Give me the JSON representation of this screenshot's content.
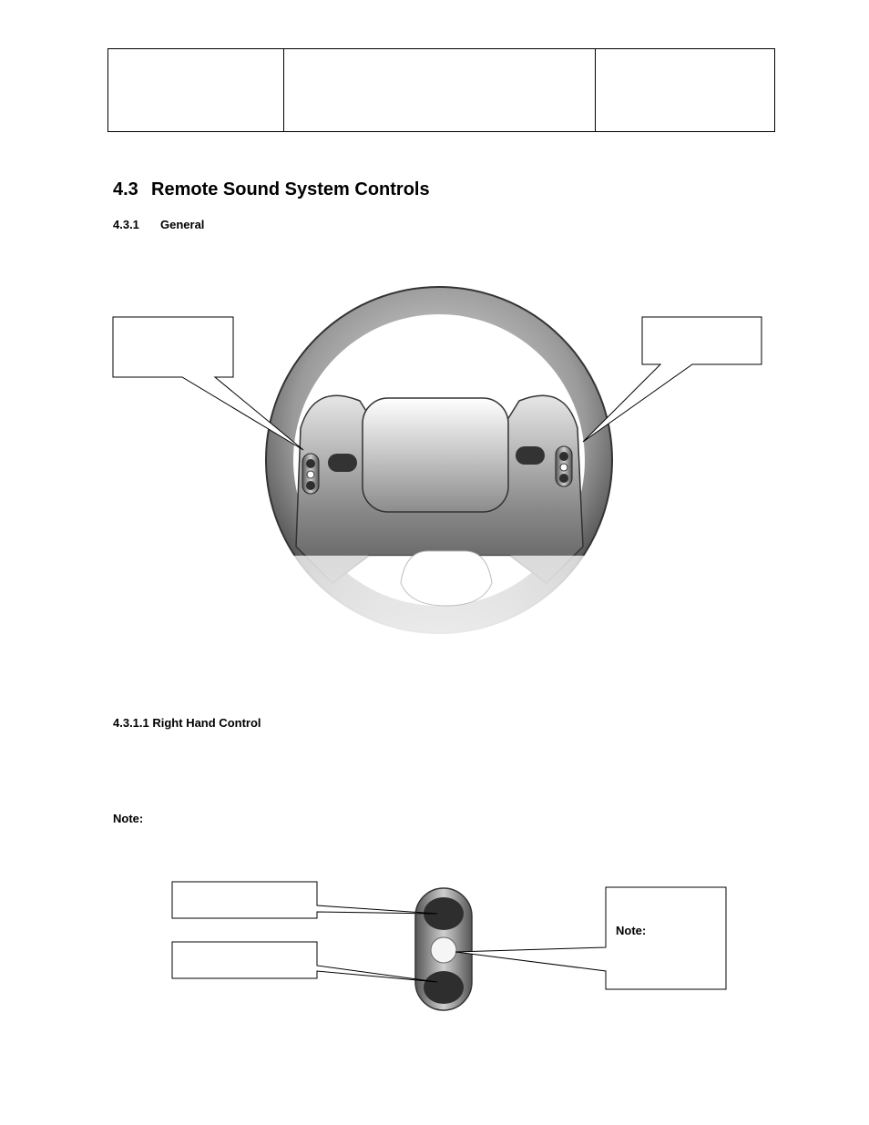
{
  "section": {
    "number": "4.3",
    "title": "Remote Sound System Controls"
  },
  "subsection": {
    "number": "4.3.1",
    "title": "General"
  },
  "subsubsection": {
    "label": "4.3.1.1  Right Hand Control"
  },
  "notes": {
    "body_note": "Note:",
    "callout_note": "Note:"
  },
  "colors": {
    "rim_dark": "#4a4a4a",
    "rim_light": "#d8d8d8",
    "button_dark": "#2e2e2e"
  }
}
